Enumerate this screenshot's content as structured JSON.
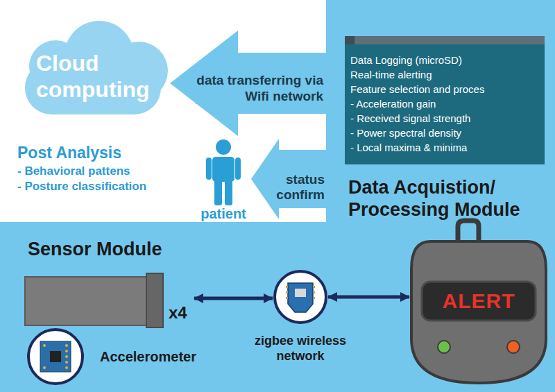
{
  "diagram": {
    "nodes": [
      {
        "text": [
          "Cloud computing"
        ]
      },
      {
        "text": [
          "Data Logging (microSD)",
          "Real-time alerting",
          "Feature selection and proces",
          "- Acceleration gain",
          "- Received signal strength",
          "- Power spectral density",
          "- Local maxima & minima"
        ]
      },
      {
        "text": [
          "patient"
        ]
      },
      {
        "text": [
          "Data Acquistion/ Processing Module",
          "ALERT"
        ]
      },
      {
        "text": [
          "Sensor Module",
          "x4"
        ]
      },
      {
        "text": [
          "Accelerometer"
        ]
      },
      {
        "text": [
          "zigbee wireless network"
        ]
      }
    ],
    "edges": [
      {
        "from": 1,
        "to": 0,
        "label": "data transferring via Wifi network",
        "arrow": "to"
      },
      {
        "from": 1,
        "to": 2,
        "label": "status confirm",
        "arrow": "to"
      },
      {
        "from": 4,
        "to": 6,
        "arrow": "both"
      },
      {
        "from": 6,
        "to": 3,
        "arrow": "both"
      }
    ],
    "labels": [
      "Post Analysis",
      "- Behavioral pattens",
      "- Posture classification"
    ]
  }
}
